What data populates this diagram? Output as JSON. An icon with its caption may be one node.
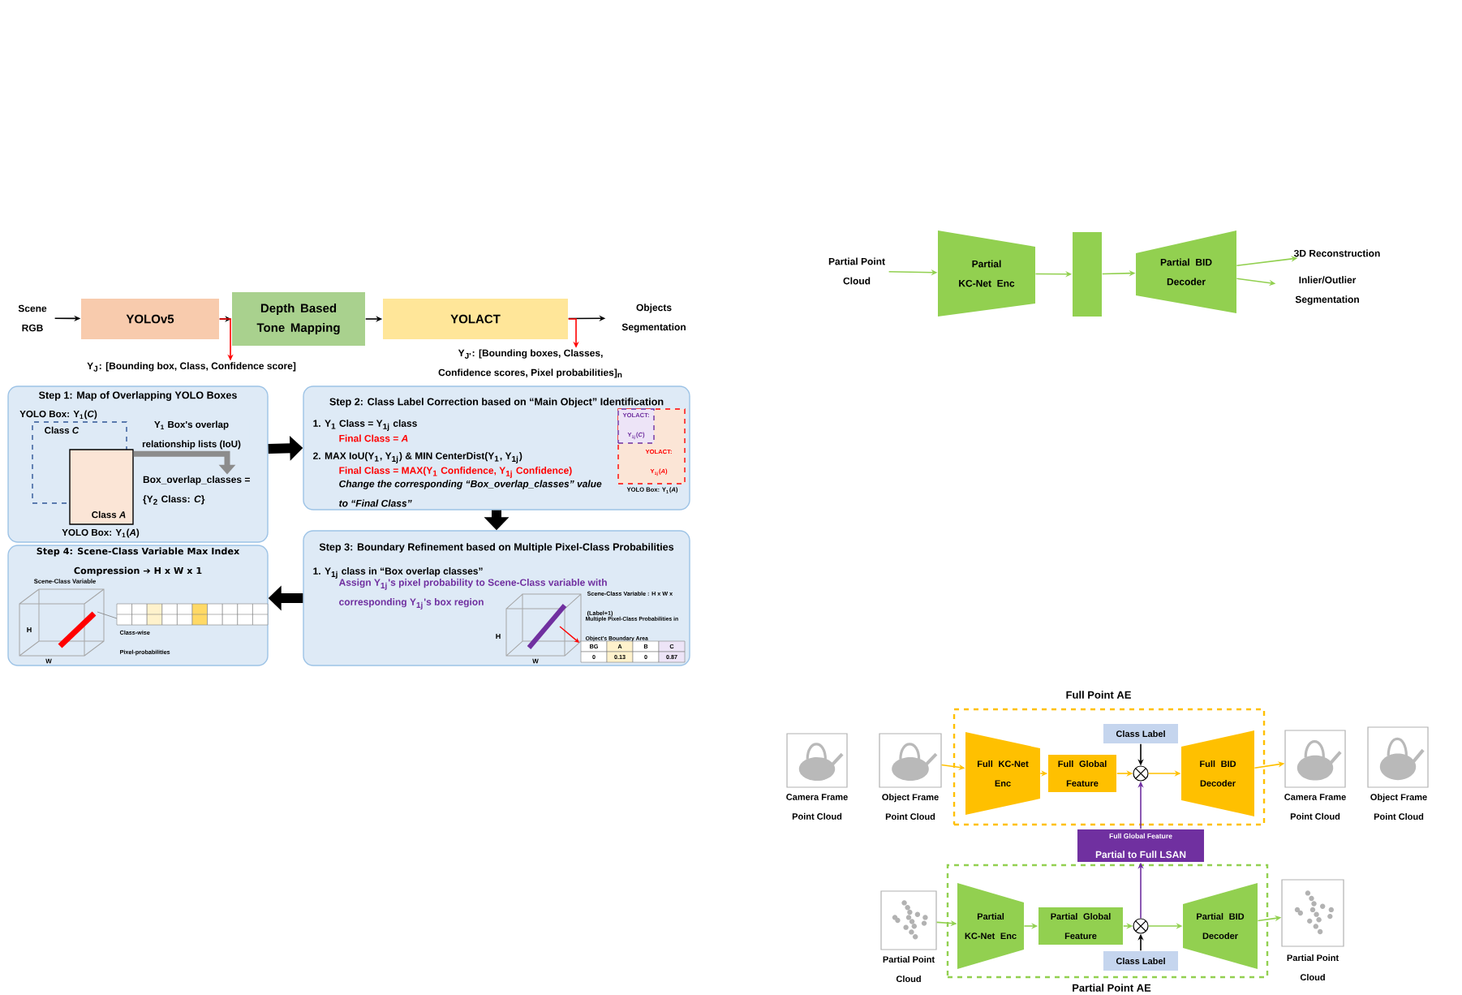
{
  "diagram": {
    "nodes": [
      {
        "text": [
          "Scene RGB"
        ]
      },
      {
        "text": [
          "YOLOv5"
        ]
      },
      {
        "text": [
          "Depth Based Tone Mapping"
        ]
      },
      {
        "text": [
          "YOLACT"
        ]
      },
      {
        "text": [
          "Objects Segmentation"
        ]
      },
      {
        "text": [
          "Y$_{J}$: [Bounding box, Class, Confidence score]"
        ]
      },
      {
        "text": [
          "Y$_{J'}$: [Bounding boxes, Classes, Confidence scores, Pixel probabilities]$_{n}$"
        ]
      },
      {
        "text": [
          "Step 1: Map of Overlapping YOLO Boxes"
        ]
      },
      {
        "text": [
          "YOLO Box: Y$_{1}$(*C*)",
          "Class *C*"
        ],
        "in": 7
      },
      {
        "text": [
          "Class *A*",
          "YOLO Box: Y$_{1}$(*A*)"
        ],
        "in": 7
      },
      {
        "text": [
          "Box_overlap_classes = {Y$_{2}$ Class: *C*}"
        ],
        "in": 7
      },
      {
        "text": [
          "Step 2: Class Label Correction based on “Main Object” Identification",
          "1. Y$_{1}$ Class = Y$_{1j}$ class",
          "Final Class = *A*",
          "2. MAX IoU(Y$_{1}$, Y$_{1j}$) & MIN CenterDist(Y$_{1}$, Y$_{1j}$)",
          "Final Class = MAX(Y$_{1}$ Confidence, Y$_{1j}$ Confidence)",
          "Change the corresponding “Box_overlap_classes” value to “Final Class”"
        ]
      },
      {
        "text": [
          "YOLACT: Y$_{1j}$(*A*)"
        ],
        "beside": [
          "YOLO Box: Y$_{1}$(*A*)"
        ],
        "in": 11
      },
      {
        "text": [
          "YOLACT: Y$_{1j}$(*C*)"
        ],
        "in": 12
      },
      {
        "text": [
          "Step 3: Boundary Refinement based on Multiple Pixel-Class Probabilities",
          "1. Y$_{1j}$ class in “Box overlap classes”",
          "Assign Y$_{1j}$'s pixel probability to Scene-Class variable with corresponding Y$_{1j}$'s box region"
        ]
      },
      {
        "text": [
          "Step 4: Scene-Class Variable Max Index Compression ➔ H x W x 1"
        ]
      },
      {
        "text": [
          "Partial Point Cloud"
        ]
      },
      {
        "text": [
          "Partial KC-Net Enc"
        ]
      },
      {
        "text": [],
        "shape": "bar"
      },
      {
        "text": [
          "Partial BID Decoder"
        ]
      },
      {
        "text": [
          "3D Reconstruction"
        ]
      },
      {
        "text": [
          "Inlier/Outlier Segmentation"
        ]
      },
      {
        "text": [
          "Full Point AE"
        ]
      },
      {
        "text": [],
        "shape": "picture",
        "beside": [
          "Camera Frame Point Cloud"
        ]
      },
      {
        "text": [],
        "shape": "picture",
        "beside": [
          "Object Frame Point Cloud"
        ]
      },
      {
        "text": [
          "Full KC-Net Enc"
        ],
        "in": 22
      },
      {
        "text": [
          "Full Global Feature"
        ],
        "in": 22
      },
      {
        "text": [
          "Class Label"
        ],
        "in": 22
      },
      {
        "text": [],
        "shape": "circle",
        "in": 22
      },
      {
        "text": [
          "Full BID Decoder"
        ],
        "in": 22
      },
      {
        "text": [],
        "shape": "picture",
        "beside": [
          "Camera Frame Point Cloud"
        ]
      },
      {
        "text": [],
        "shape": "picture",
        "beside": [
          "Object Frame Point Cloud"
        ]
      },
      {
        "text": [
          "Full Global Feature",
          "Partial to Full LSAN"
        ]
      },
      {
        "text": [
          "Partial Point AE"
        ]
      },
      {
        "text": [],
        "shape": "picture",
        "beside": [
          "Partial Point Cloud"
        ]
      },
      {
        "text": [
          "Partial KC-Net Enc"
        ],
        "in": 33
      },
      {
        "text": [
          "Partial Global Feature"
        ],
        "in": 33
      },
      {
        "text": [],
        "shape": "circle",
        "in": 33
      },
      {
        "text": [
          "Class Label"
        ],
        "in": 33
      },
      {
        "text": [
          "Partial BID Decoder"
        ],
        "in": 33
      },
      {
        "text": [],
        "shape": "picture",
        "beside": [
          "Partial Point Cloud"
        ]
      }
    ],
    "edges": [
      {
        "from": 0,
        "to": 1,
        "arrow": "to",
        "color": "#000000"
      },
      {
        "from": 1,
        "to": 2,
        "arrow": "to",
        "color": "#000000"
      },
      {
        "from": 2,
        "to": 3,
        "arrow": "to",
        "color": "#000000"
      },
      {
        "from": 3,
        "to": 4,
        "arrow": "to",
        "color": "#000000"
      },
      {
        "from": 1,
        "to": 5,
        "arrow": "to",
        "color": "#ff0000"
      },
      {
        "from": 3,
        "to": 6,
        "arrow": "to",
        "color": "#ff0000"
      },
      {
        "from": 9,
        "to": 10,
        "arrow": "to",
        "label": "Y$_{1}$ Box's overlap relationship lists (IoU)",
        "style": "thick",
        "color": "#8c8c8c"
      },
      {
        "from": 7,
        "to": 11,
        "arrow": "to",
        "style": "thick",
        "color": "#000000"
      },
      {
        "from": 11,
        "to": 14,
        "arrow": "to",
        "style": "thick",
        "color": "#000000"
      },
      {
        "from": 14,
        "to": 15,
        "arrow": "to",
        "style": "thick",
        "color": "#000000"
      },
      {
        "from": 16,
        "to": 17,
        "arrow": "to",
        "color": "#92d050"
      },
      {
        "from": 17,
        "to": 18,
        "arrow": "to",
        "color": "#92d050"
      },
      {
        "from": 18,
        "to": 19,
        "arrow": "to",
        "color": "#92d050"
      },
      {
        "from": 19,
        "to": 20,
        "arrow": "to",
        "color": "#92d050"
      },
      {
        "from": 19,
        "to": 21,
        "arrow": "to",
        "color": "#92d050"
      },
      {
        "from": 24,
        "to": 25,
        "arrow": "to",
        "color": "#ffc000"
      },
      {
        "from": 25,
        "to": 26,
        "arrow": "to",
        "color": "#ffc000"
      },
      {
        "from": 26,
        "to": 28,
        "arrow": "to",
        "color": "#ffc000"
      },
      {
        "from": 27,
        "to": 28,
        "arrow": "to",
        "color": "#000000"
      },
      {
        "from": 28,
        "to": 29,
        "arrow": "to",
        "color": "#ffc000"
      },
      {
        "from": 29,
        "to": 30,
        "arrow": "to",
        "color": "#ffc000"
      },
      {
        "from": 32,
        "to": 28,
        "arrow": "to",
        "color": "#7030a0"
      },
      {
        "from": 37,
        "to": 32,
        "arrow": "to",
        "color": "#7030a0"
      },
      {
        "from": 34,
        "to": 35,
        "arrow": "to",
        "color": "#92d050"
      },
      {
        "from": 35,
        "to": 36,
        "arrow": "to",
        "color": "#92d050"
      },
      {
        "from": 36,
        "to": 37,
        "arrow": "to",
        "color": "#92d050"
      },
      {
        "from": 38,
        "to": 37,
        "arrow": "to",
        "color": "#000000"
      },
      {
        "from": 37,
        "to": 39,
        "arrow": "to",
        "color": "#92d050"
      },
      {
        "from": 39,
        "to": 40,
        "arrow": "to",
        "color": "#92d050"
      }
    ],
    "labels": [
      "Scene-Class Variable",
      "H",
      "W",
      "Class-wise Pixel-probabilities",
      "Scene-Class Variable : H x W x (Label+1)",
      "Multiple Pixel-Class Probabilities in Object's Boundary Area",
      "BG",
      "A",
      "B",
      "C",
      "0",
      "0.13",
      "0",
      "0.87",
      "H",
      "W"
    ]
  }
}
